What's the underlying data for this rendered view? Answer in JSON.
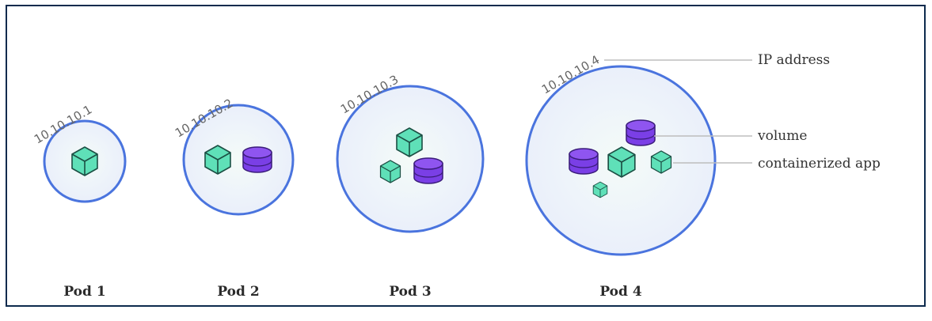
{
  "pods": [
    {
      "label": "Pod 1",
      "ip": "10.10.10.1"
    },
    {
      "label": "Pod 2",
      "ip": "10.10.10.2"
    },
    {
      "label": "Pod 3",
      "ip": "10.10.10.3"
    },
    {
      "label": "Pod 4",
      "ip": "10.10.10.4"
    }
  ],
  "legend": {
    "ip": "IP address",
    "volume": "volume",
    "app": "containerized app"
  },
  "colors": {
    "border": "#0d2a4d",
    "circle_stroke": "#4a74de",
    "circle_fill": "#eef2fb",
    "container": "#5fe0b8",
    "container_stroke": "#1c4f44",
    "volume": "#7a3fe6",
    "volume_dark": "#5b23c4",
    "leader": "#bdbdbd"
  }
}
